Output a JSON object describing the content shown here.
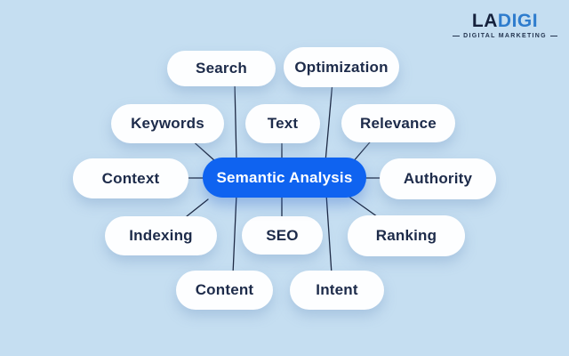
{
  "brand": {
    "name_primary": "LA",
    "name_accent": "DIGI",
    "tagline": "DIGITAL MARKETING"
  },
  "diagram": {
    "type": "mind-map",
    "center_label": "Semantic Analysis",
    "nodes": [
      "Search",
      "Optimization",
      "Keywords",
      "Text",
      "Relevance",
      "Context",
      "Authority",
      "Indexing",
      "SEO",
      "Ranking",
      "Content",
      "Intent"
    ]
  },
  "colors": {
    "background": "#c5def1",
    "node_fill": "#fdfeff",
    "center_fill": "#0f63f0",
    "node_text": "#1d2b4a",
    "center_text": "#ffffff",
    "connector": "#1e2a44",
    "logo_primary": "#15213c",
    "logo_accent": "#2e7ccd"
  }
}
